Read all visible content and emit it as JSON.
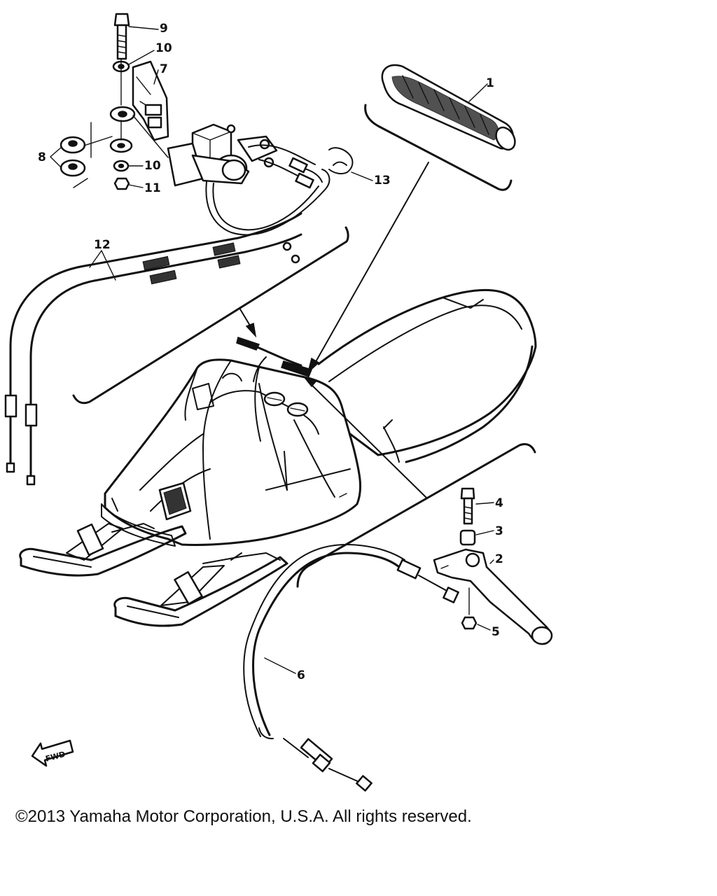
{
  "callouts": {
    "c1": "1",
    "c2": "2",
    "c3": "3",
    "c4": "4",
    "c5": "5",
    "c6": "6",
    "c7": "7",
    "c8": "8",
    "c9": "9",
    "c10a": "10",
    "c10b": "10",
    "c11": "11",
    "c12": "12",
    "c13": "13"
  },
  "fwd_label": "FWD",
  "copyright": "©2013 Yamaha Motor Corporation, U.S.A. All rights reserved."
}
